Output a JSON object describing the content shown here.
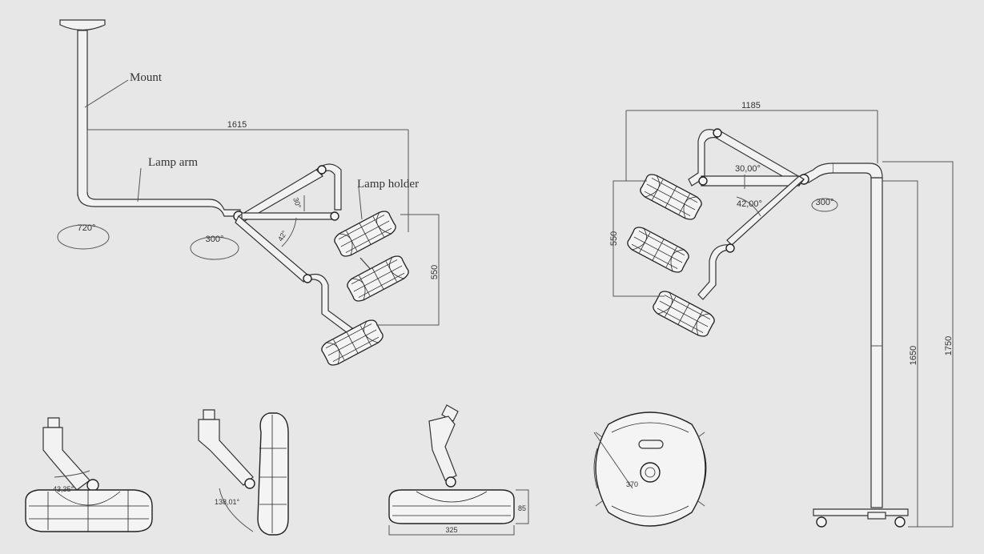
{
  "labels": {
    "mount": "Mount",
    "lamp_arm": "Lamp arm",
    "lamp_holder": "Lamp holder"
  },
  "ceiling_view": {
    "rotation_base": "720°",
    "rotation_joint": "300°",
    "reach": "1615",
    "height_range": "550",
    "angle_upper": "30°",
    "angle_lower": "42°"
  },
  "stand_view": {
    "reach": "1185",
    "angle_upper": "30,00°",
    "angle_lower": "42,00°",
    "rotation_joint": "300°",
    "height_range": "550",
    "height_joint": "1650",
    "height_total": "1750"
  },
  "detail_views": {
    "tilt_angle": "43,35°",
    "swivel_angle": "138,01°",
    "head_width": "325",
    "head_height": "85",
    "head_diameter": "370"
  }
}
